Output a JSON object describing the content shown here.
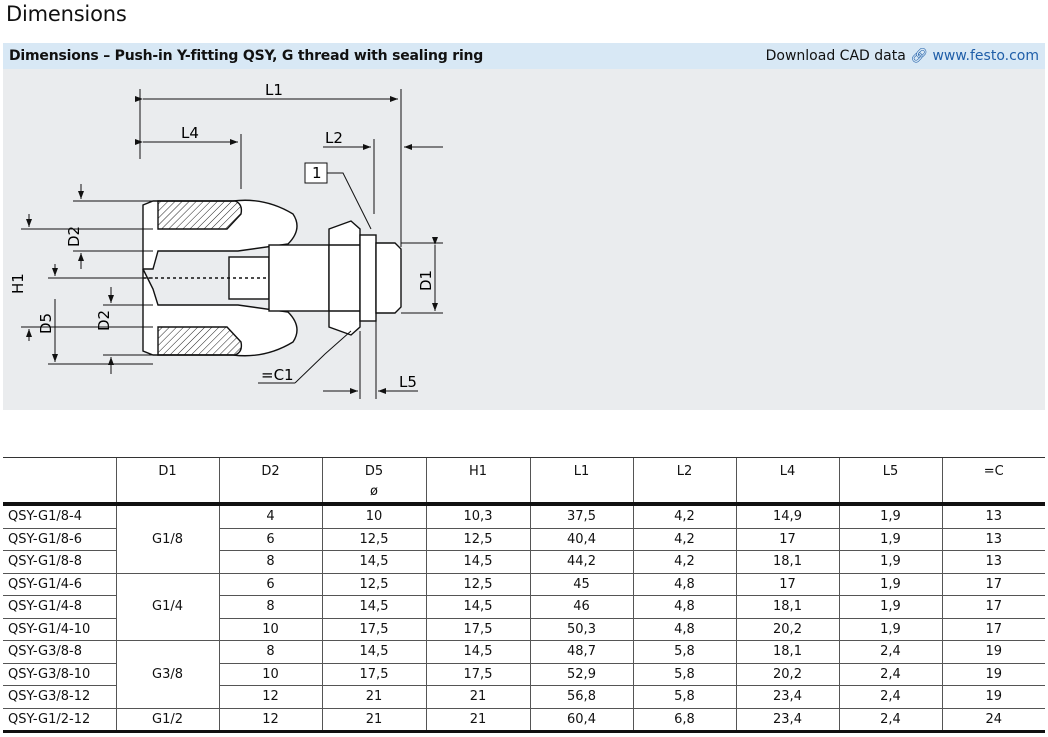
{
  "page_title": "Dimensions",
  "section": {
    "title": "Dimensions – Push-in Y-fitting QSY, G thread with sealing ring",
    "cad_label": "Download CAD data",
    "cad_icon": "link-icon",
    "cad_link": "www.festo.com"
  },
  "drawing": {
    "labels": {
      "L1": "L1",
      "L2": "L2",
      "L4": "L4",
      "L5": "L5",
      "D1": "D1",
      "D2a": "D2",
      "D2b": "D2",
      "D5": "D5",
      "H1": "H1",
      "callout": "1",
      "wrench": "=C1"
    }
  },
  "table": {
    "headers": [
      "",
      "D1",
      "D2",
      "D5",
      "H1",
      "L1",
      "L2",
      "L4",
      "L5",
      "=C"
    ],
    "header_sub": "ø",
    "rows": [
      [
        "QSY-G1/8-4",
        "G1/8",
        "4",
        "10",
        "10,3",
        "37,5",
        "4,2",
        "14,9",
        "1,9",
        "13"
      ],
      [
        "QSY-G1/8-6",
        "",
        "6",
        "12,5",
        "12,5",
        "40,4",
        "4,2",
        "17",
        "1,9",
        "13"
      ],
      [
        "QSY-G1/8-8",
        "",
        "8",
        "14,5",
        "14,5",
        "44,2",
        "4,2",
        "18,1",
        "1,9",
        "13"
      ],
      [
        "QSY-G1/4-6",
        "G1/4",
        "6",
        "12,5",
        "12,5",
        "45",
        "4,8",
        "17",
        "1,9",
        "17"
      ],
      [
        "QSY-G1/4-8",
        "",
        "8",
        "14,5",
        "14,5",
        "46",
        "4,8",
        "18,1",
        "1,9",
        "17"
      ],
      [
        "QSY-G1/4-10",
        "",
        "10",
        "17,5",
        "17,5",
        "50,3",
        "4,8",
        "20,2",
        "1,9",
        "17"
      ],
      [
        "QSY-G3/8-8",
        "G3/8",
        "8",
        "14,5",
        "14,5",
        "48,7",
        "5,8",
        "18,1",
        "2,4",
        "19"
      ],
      [
        "QSY-G3/8-10",
        "",
        "10",
        "17,5",
        "17,5",
        "52,9",
        "5,8",
        "20,2",
        "2,4",
        "19"
      ],
      [
        "QSY-G3/8-12",
        "",
        "12",
        "21",
        "21",
        "56,8",
        "5,8",
        "23,4",
        "2,4",
        "19"
      ],
      [
        "QSY-G1/2-12",
        "G1/2",
        "12",
        "21",
        "21",
        "60,4",
        "6,8",
        "23,4",
        "2,4",
        "24"
      ]
    ]
  }
}
